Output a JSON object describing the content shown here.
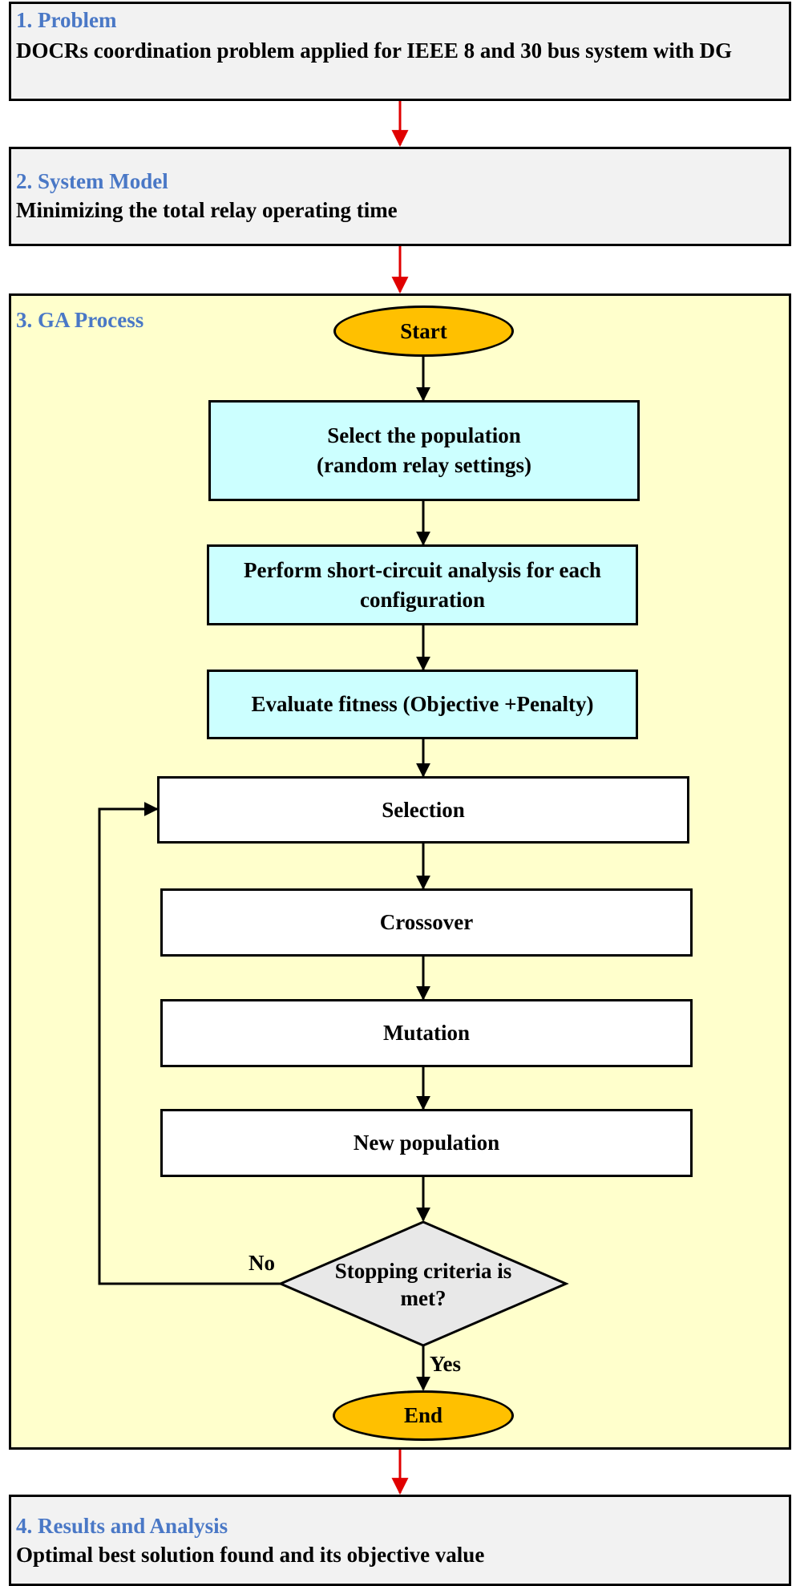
{
  "sections": {
    "problem": {
      "title": "1. Problem",
      "body": "DOCRs coordination problem applied for IEEE 8 and 30 bus system with DG"
    },
    "system_model": {
      "title": "2. System Model",
      "body": "Minimizing the total relay operating time"
    },
    "ga_process": {
      "title": "3. GA Process"
    },
    "results": {
      "title": "4. Results and Analysis",
      "body": "Optimal best solution found and its objective value"
    }
  },
  "flow": {
    "start": "Start",
    "select_population": "Select the population\n(random relay settings)",
    "short_circuit": "Perform short-circuit analysis for each\nconfiguration",
    "evaluate": "Evaluate fitness (Objective +Penalty)",
    "selection": "Selection",
    "crossover": "Crossover",
    "mutation": "Mutation",
    "new_population": "New population",
    "decision": "Stopping criteria is\nmet?",
    "no_label": "No",
    "yes_label": "Yes",
    "end": "End"
  },
  "colors": {
    "title_blue": "#4a78c6",
    "arrow_red": "#e00000",
    "start_end_fill": "#ffc000",
    "process_cyan": "#ccffff",
    "ga_panel_fill": "#ffffcc",
    "section_fill": "#f2f2f2",
    "decision_fill": "#e8e8e8"
  }
}
